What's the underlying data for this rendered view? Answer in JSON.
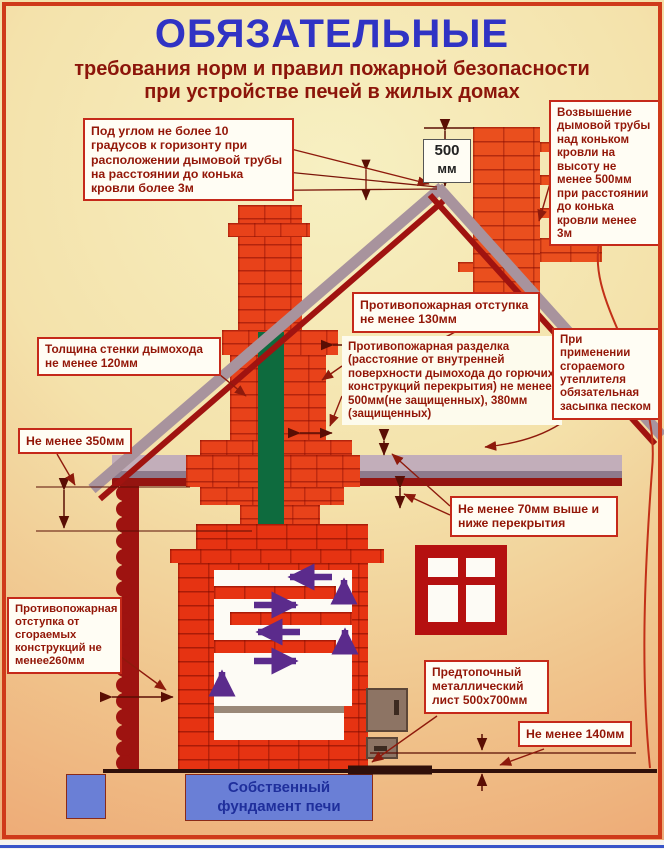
{
  "title": "ОБЯЗАТЕЛЬНЫЕ",
  "subtitle": [
    "требования норм и правил пожарной безопасности",
    "при устройстве печей в жилых домах"
  ],
  "callouts": {
    "angle10": "Под углом не более 10 градусов к горизонту при расположении дымовой трубы на расстоянии до конька кровли более 3м",
    "elevation500": "Возвышение дымовой трубы над коньком кровли на высоту не менее 500мм при расстоянии до конька кровли менее 3м",
    "gap130": "Противопожарная отступка не менее 130мм",
    "razdelka": "Противопожарная разделка (расстояние от внутренней поверхности дымохода до горючих конструкций перекрытия) не менее 500мм(не защищенных), 380мм (защищенных)",
    "sand": "При применении сгораемого утеплителя обязательная засыпка песком",
    "wall120": "Толщина стенки дымохода не менее 120мм",
    "min350": "Не менее 350мм",
    "min70": "Не менее 70мм выше и ниже перекрытия",
    "gap260": "Противопожарная отступка от сгораемых конструкций не менее260мм",
    "sheet": "Предтопочный металлический лист 500х700мм",
    "min140": "Не менее 140мм"
  },
  "dimensions": {
    "d500_value": "500",
    "d500_unit": "мм"
  },
  "diagram_labels": {
    "foundation": "Собственный фундамент печи"
  },
  "colors": {
    "title_blue": "#3033c4",
    "text_red": "#931708",
    "frame_red": "#cf3a1a",
    "brick_red": "#e8421a",
    "roof_gray": "#a8939d",
    "roof_red": "#a01310",
    "flue_green": "#0e6b3e",
    "smoke_arrow_purple": "#5b2b8c",
    "foundation_blue": "#6a7fd6"
  }
}
